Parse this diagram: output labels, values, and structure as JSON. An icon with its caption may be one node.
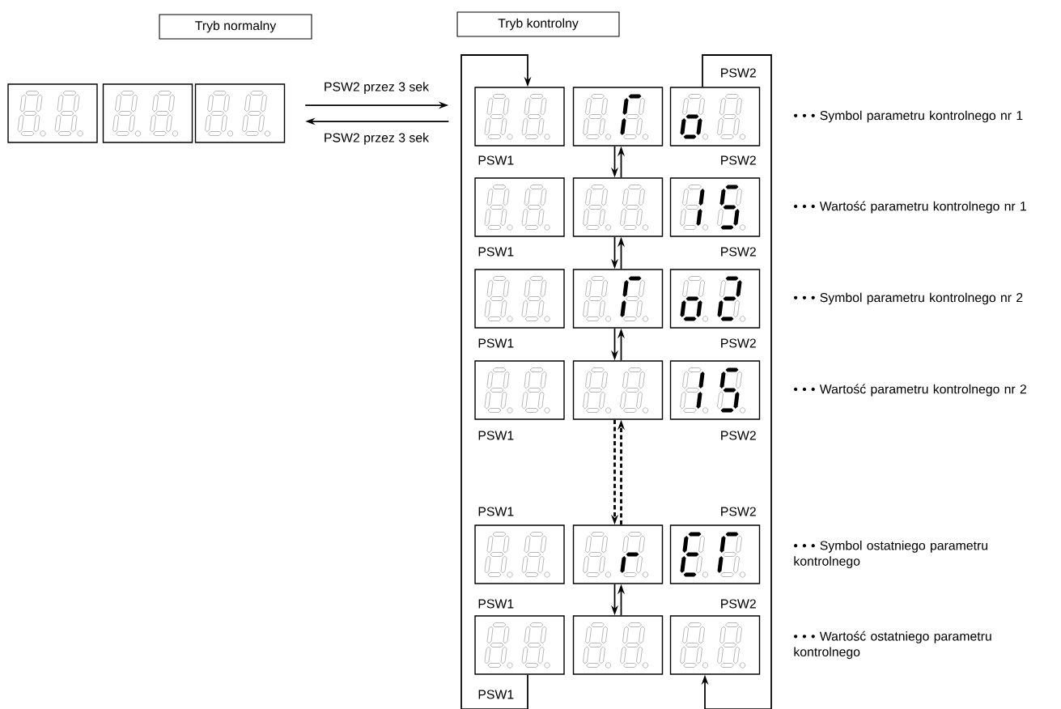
{
  "diagram": {
    "nodes": [
      {
        "text": [
          "Tryb normalny"
        ]
      },
      {
        "text": [
          "Tryb kontrolny"
        ]
      },
      {
        "text": [],
        "shape": "box"
      },
      {
        "text": [],
        "shape": "box"
      },
      {
        "text": [],
        "shape": "box"
      },
      {
        "text": [],
        "shape": "box"
      },
      {
        "text": [],
        "shape": "box"
      },
      {
        "text": [],
        "shape": "box",
        "beside": [
          "• • • Symbol parametru kontrolnego nr 1"
        ]
      },
      {
        "text": [],
        "shape": "box"
      },
      {
        "text": [],
        "shape": "box"
      },
      {
        "text": [],
        "shape": "box",
        "beside": [
          "• • • Wartość parametru kontrolnego nr 1"
        ]
      },
      {
        "text": [],
        "shape": "box"
      },
      {
        "text": [],
        "shape": "box"
      },
      {
        "text": [],
        "shape": "box",
        "beside": [
          "• • • Symbol parametru kontrolnego nr 2"
        ]
      },
      {
        "text": [],
        "shape": "box"
      },
      {
        "text": [],
        "shape": "box"
      },
      {
        "text": [],
        "shape": "box",
        "beside": [
          "• • • Wartość parametru kontrolnego nr 2"
        ]
      },
      {
        "text": [],
        "shape": "box"
      },
      {
        "text": [],
        "shape": "box"
      },
      {
        "text": [],
        "shape": "box",
        "beside": [
          "• • • Symbol ostatniego parametru kontrolnego"
        ]
      },
      {
        "text": [],
        "shape": "box"
      },
      {
        "text": [],
        "shape": "box"
      },
      {
        "text": [],
        "shape": "box",
        "beside": [
          "• • • Wartość ostatniego parametru kontrolnego"
        ]
      }
    ],
    "edges": [
      {
        "from": 4,
        "to": 5,
        "arrow": "to",
        "label": "PSW2 przez 3 sek"
      },
      {
        "from": 5,
        "to": 4,
        "arrow": "to",
        "label": "PSW2 przez 3 sek"
      },
      {
        "from": 6,
        "to": 9,
        "arrow": "to"
      },
      {
        "from": 9,
        "to": 6,
        "arrow": "to"
      },
      {
        "from": 9,
        "to": 12,
        "arrow": "to"
      },
      {
        "from": 12,
        "to": 9,
        "arrow": "to"
      },
      {
        "from": 12,
        "to": 15,
        "arrow": "to"
      },
      {
        "from": 15,
        "to": 12,
        "arrow": "to"
      },
      {
        "from": 15,
        "to": 18,
        "arrow": "to",
        "style": "dashed"
      },
      {
        "from": 18,
        "to": 15,
        "arrow": "to",
        "style": "dashed"
      },
      {
        "from": 18,
        "to": 21,
        "arrow": "to"
      },
      {
        "from": 21,
        "to": 18,
        "arrow": "to"
      },
      {
        "from": 20,
        "to": 5,
        "arrow": "to"
      },
      {
        "from": 7,
        "to": 22,
        "arrow": "to"
      }
    ],
    "labels": [
      "PSW2",
      "PSW1",
      "PSW2",
      "PSW1",
      "PSW2",
      "PSW1",
      "PSW2",
      "PSW1",
      "PSW2",
      "PSW1",
      "PSW2",
      "PSW1",
      "PSW2",
      "PSW1"
    ]
  }
}
